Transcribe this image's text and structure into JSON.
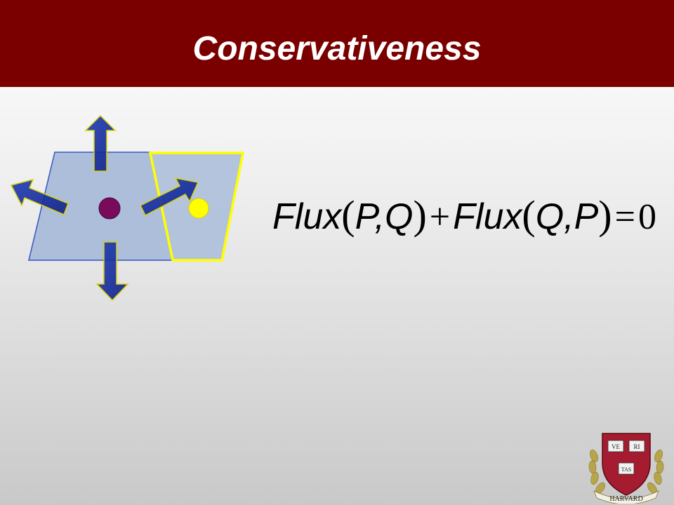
{
  "slide": {
    "title": "Conservativeness"
  },
  "equation": {
    "fn1": "Flux",
    "open1": "(",
    "a1": "P",
    "comma1": ",",
    "b1": "Q",
    "close1": ")",
    "plus": "+",
    "fn2": "Flux",
    "open2": "(",
    "a2": "Q",
    "comma2": ",",
    "b2": "P",
    "close2": ")",
    "equals": "=",
    "rhs": "0"
  },
  "seal": {
    "book1": "VE",
    "book2": "RI",
    "book3": "TAS",
    "banner": "HARVARD"
  },
  "colors": {
    "title_bar": "#7a0000",
    "cell_fill": "#a9bcd9",
    "cell_outline": "#2b4fbf",
    "neighbor_outline": "#ffff00",
    "center_point": "#7a0a5a",
    "neighbor_point": "#ffff00",
    "arrow_fill": "#1a2ea0"
  }
}
